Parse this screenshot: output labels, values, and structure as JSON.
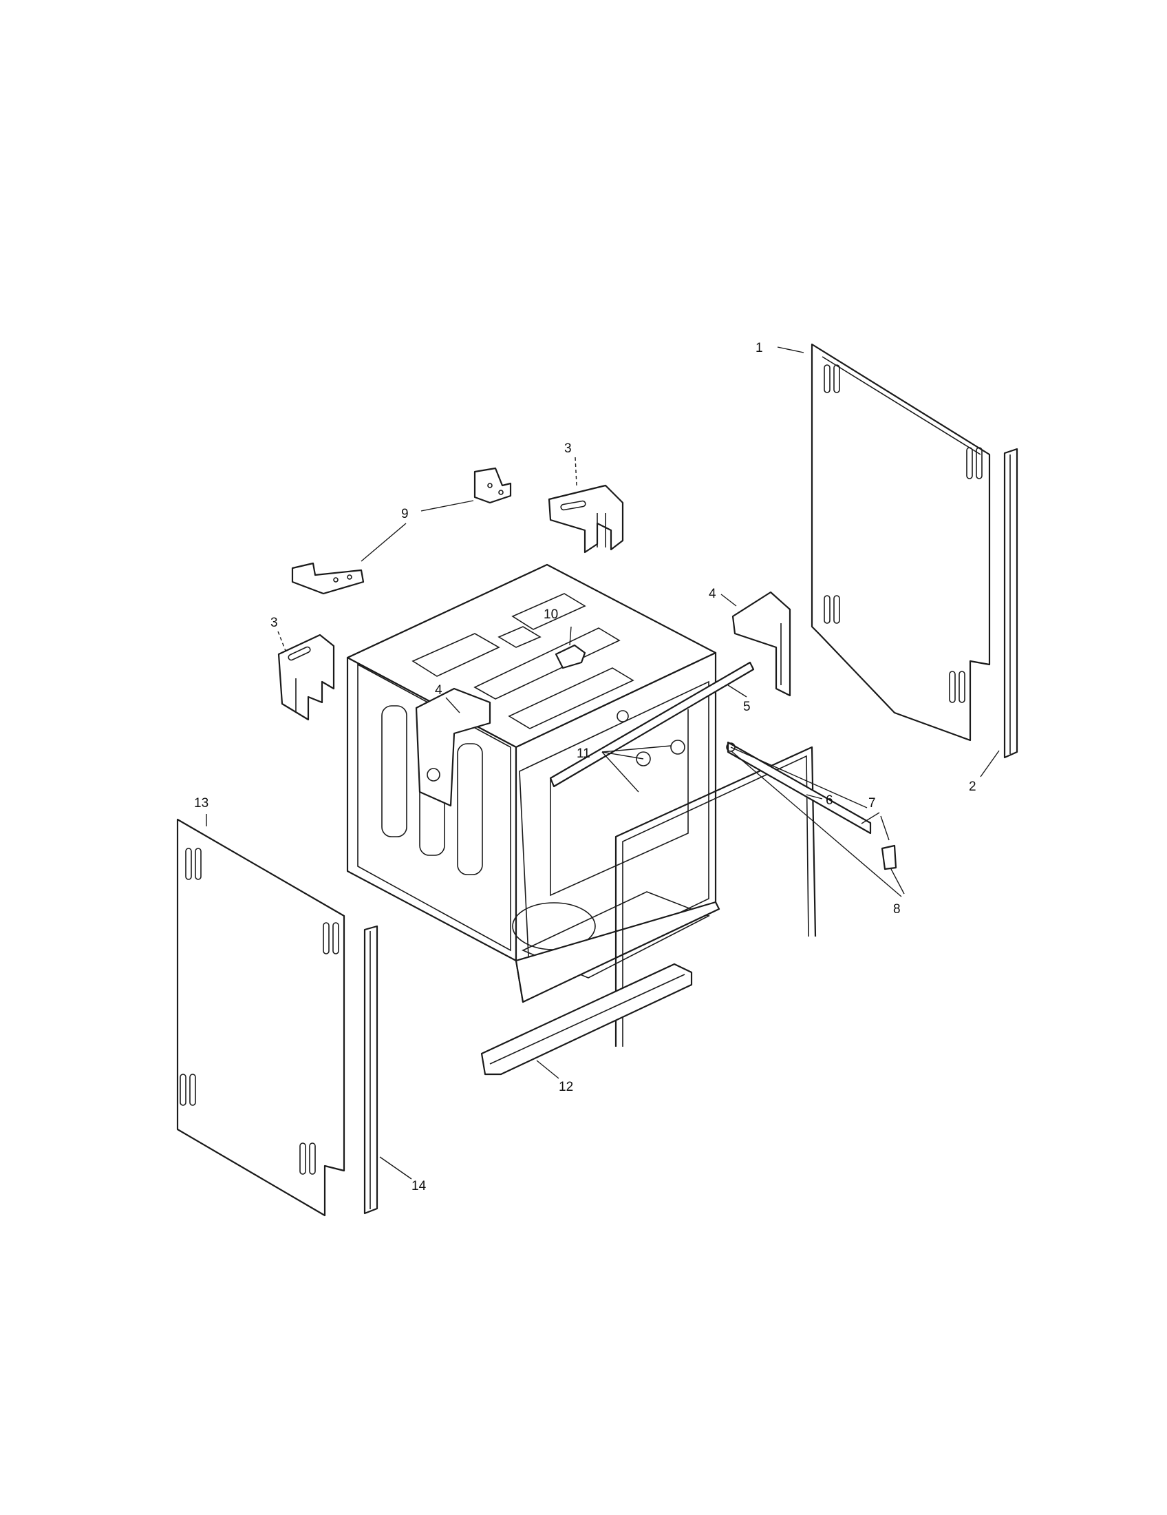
{
  "callouts": {
    "c1": "1",
    "c2": "2",
    "c3a": "3",
    "c3b": "3",
    "c4a": "4",
    "c4b": "4",
    "c5": "5",
    "c6": "6",
    "c7": "7",
    "c8": "8",
    "c9": "9",
    "c10": "10",
    "c11": "11",
    "c12": "12",
    "c13": "13",
    "c14": "14"
  }
}
